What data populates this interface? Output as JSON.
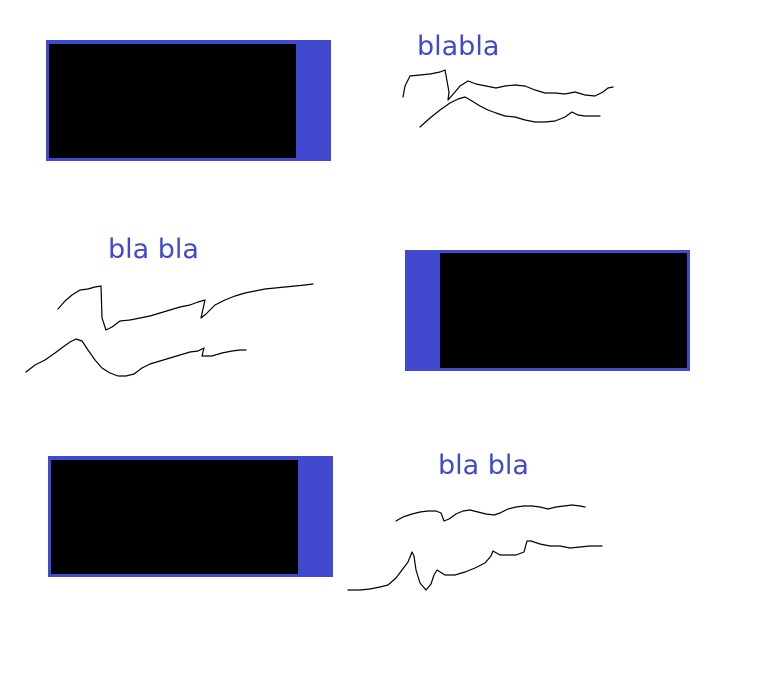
{
  "labels": {
    "top": "blabla",
    "middle": "bla bla",
    "bottom": "bla bla"
  },
  "colors": {
    "accent": "#4049cf",
    "block": "#000000",
    "text": "#4049cf"
  }
}
